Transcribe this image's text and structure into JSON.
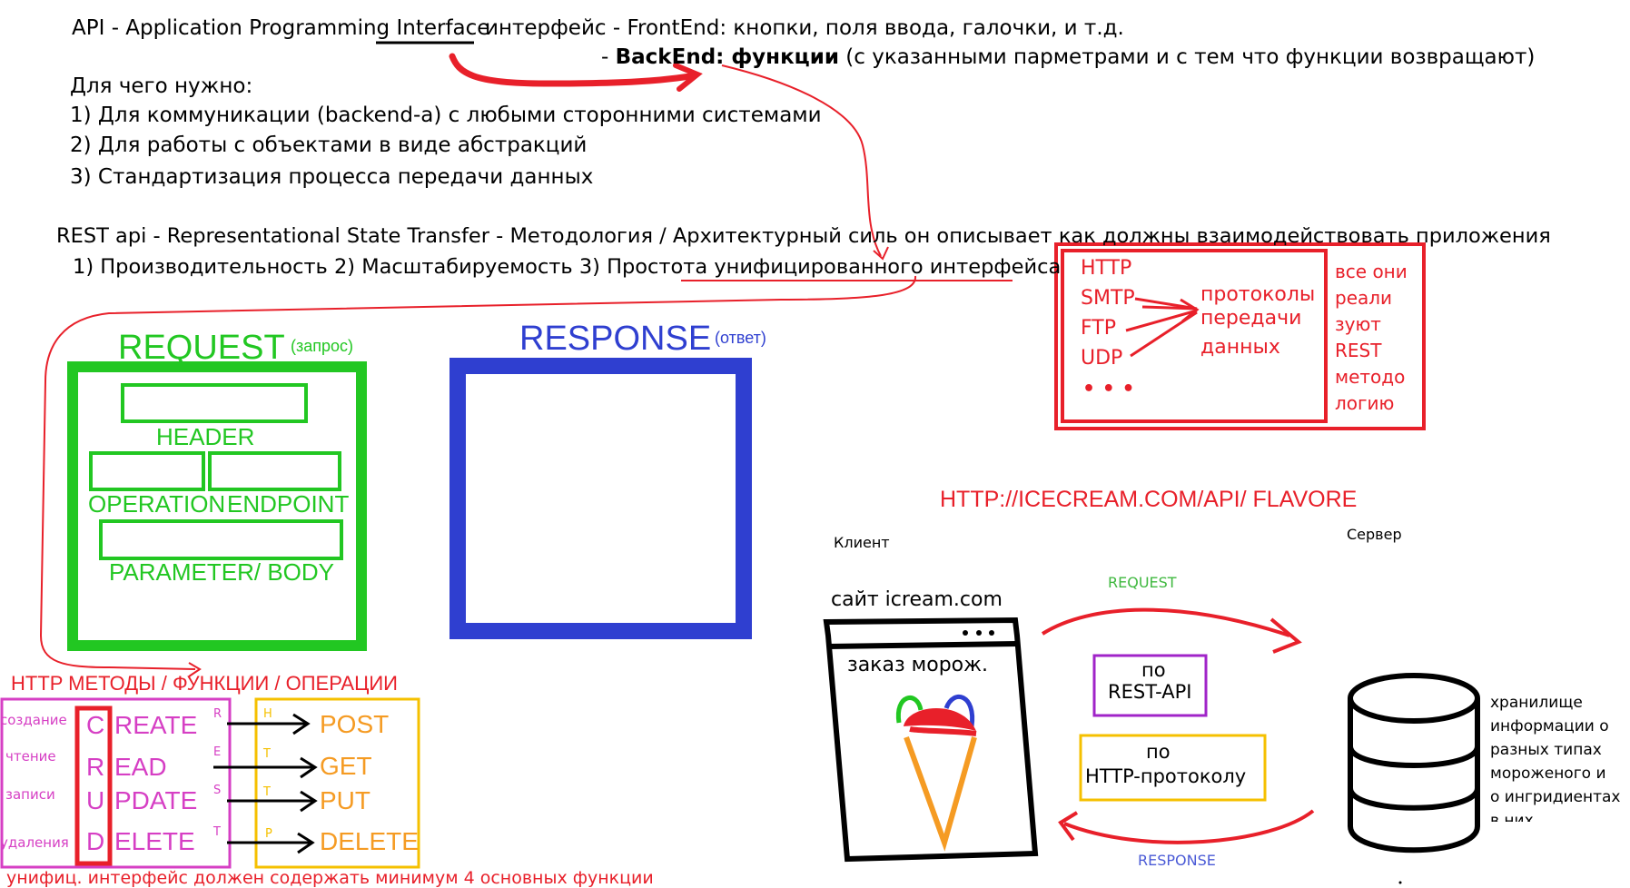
{
  "colors": {
    "black": "#000000",
    "red": "#e8202a",
    "green": "#22c722",
    "blue": "#2f3fd0",
    "magenta": "#d63fc4",
    "yellow": "#f5c000",
    "orange": "#f59b23",
    "purple": "#a024c8",
    "label_green": "#3fb83f",
    "label_blue": "#4a5ad6"
  },
  "api": {
    "line1_a": "API - Application Programming ",
    "line1_b": "Interface",
    "line1_c": "интерфейс - FrontEnd: кнопки, поля ввода, галочки, и т.д.",
    "line2_a": "- ",
    "line2_b": "BackEnd: функции",
    "line2_c": " (с указанными парметрами и с тем что функции возвращают)"
  },
  "why": {
    "heading": "Для чего нужно:",
    "items": [
      "1) Для коммуникации (backend-а) с любыми сторонними системами",
      "2) Для работы с объектами в виде абстракций",
      "3) Стандартизация процесса передачи данных"
    ]
  },
  "rest": {
    "line1": "REST api - Representational State Transfer - Методология / Архитектурный силь он описывает как должны взаимодействовать   приложения",
    "line2": "1) Производительность 2) Масштабируемость 3) Простота унифицированного интерфейса"
  },
  "protocols": {
    "items": [
      "HTTP",
      "SMTP",
      "FTP",
      "UDP",
      "• • •"
    ],
    "caption": [
      "протоколы",
      "передачи",
      "данных"
    ],
    "side": [
      "все они",
      "реали",
      "зуют",
      "REST",
      "методо",
      "логию"
    ]
  },
  "request": {
    "title": "REQUEST",
    "subtitle": "(запрос)",
    "header": "HEADER",
    "operation": "OPERATION",
    "endpoint": "ENDPOINT",
    "body": "PARAMETER/ BODY"
  },
  "response": {
    "title": "RESPONSE",
    "subtitle": "(ответ)"
  },
  "http_methods": {
    "title": "HTTP МЕТОДЫ / ФУНКЦИИ / ОПЕРАЦИИ",
    "crud_desc": [
      "создание",
      "чтение",
      "записи",
      "удаления"
    ],
    "crud_letters": [
      "C",
      "R",
      "U",
      "D"
    ],
    "crud_rest": [
      "REATE",
      "EAD",
      "PDATE",
      "ELETE"
    ],
    "rest_letters": [
      "R",
      "E",
      "S",
      "T"
    ],
    "http_letters": [
      "H",
      "T",
      "T",
      "P"
    ],
    "verbs": [
      "POST",
      "GET",
      "PUT",
      "DELETE"
    ],
    "footer": "унифиц. интерфейс должен содержать минимум 4 основных функции"
  },
  "example": {
    "url_a": "HTTP://ICECREAM.COM/API/",
    "url_b": " FLAVORE",
    "client_label": "Клиент",
    "server_label": "Сервер",
    "site": "сайт icream.com",
    "order": "заказ морож.",
    "request": "REQUEST",
    "response": "RESPONSE",
    "by": "по",
    "rest_api": "REST-API",
    "http_protocol": "HTTP-протоколу",
    "storage": [
      "хранилище",
      "информации о",
      "разных типах",
      "мороженого и",
      "о ингридиентах",
      "в них"
    ]
  }
}
